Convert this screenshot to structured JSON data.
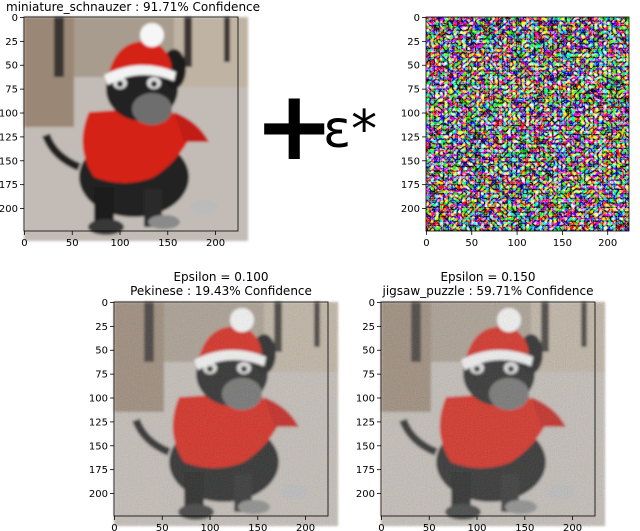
{
  "panels": {
    "original": {
      "title": "miniature_schnauzer : 91.71% Confidence",
      "x_ticks": [
        "0",
        "50",
        "100",
        "150",
        "200"
      ],
      "y_ticks": [
        "0",
        "25",
        "50",
        "75",
        "100",
        "125",
        "150",
        "175",
        "200"
      ]
    },
    "perturbation": {
      "x_ticks": [
        "0",
        "50",
        "100",
        "150",
        "200"
      ],
      "y_ticks": [
        "0",
        "25",
        "50",
        "75",
        "100",
        "125",
        "150",
        "175",
        "200"
      ]
    },
    "adv1": {
      "title_line1": "Epsilon = 0.100",
      "title_line2": "Pekinese : 19.43% Confidence",
      "x_ticks": [
        "0",
        "50",
        "100",
        "150",
        "200"
      ],
      "y_ticks": [
        "0",
        "25",
        "50",
        "75",
        "100",
        "125",
        "150",
        "175",
        "200"
      ]
    },
    "adv2": {
      "title_line1": "Epsilon = 0.150",
      "title_line2": "jigsaw_puzzle : 59.71% Confidence",
      "x_ticks": [
        "0",
        "50",
        "100",
        "150",
        "200"
      ],
      "y_ticks": [
        "0",
        "25",
        "50",
        "75",
        "100",
        "125",
        "150",
        "175",
        "200"
      ]
    }
  },
  "operators": {
    "plus": "+",
    "epsilon": "ε*"
  },
  "image_extent": 224
}
